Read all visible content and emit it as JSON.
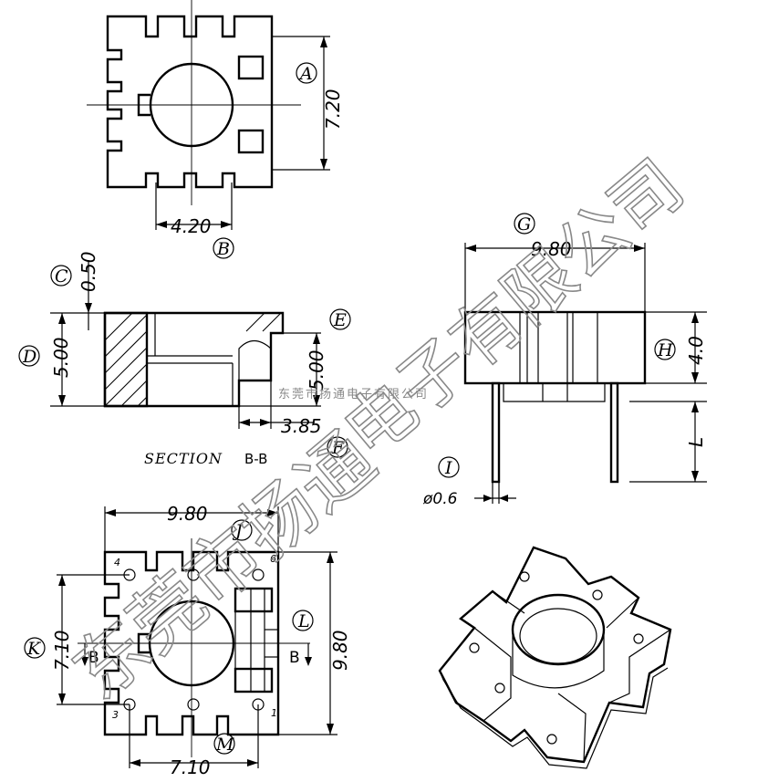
{
  "dimensions": {
    "top_width": "4.20",
    "top_height": "7.20",
    "sec_c": "0.50",
    "sec_d": "5.00",
    "sec_e": "5.00",
    "sec_f": "3.85",
    "side_width": "9.80",
    "side_h": "4.0",
    "side_l": "L",
    "pin_dia": "ø0.6",
    "bottom_width": "9.80",
    "bottom_height": "9.80",
    "bottom_k": "7.10",
    "bottom_m": "7.10"
  },
  "labels": {
    "a": "A",
    "b": "B",
    "c": "C",
    "d": "D",
    "e": "E",
    "f": "F",
    "g": "G",
    "h": "H",
    "i": "I",
    "j": "J",
    "k": "K",
    "l": "L",
    "m": "M"
  },
  "section_title": "SECTION",
  "section_name": "B-B",
  "section_marks": {
    "left": "B",
    "right": "B"
  },
  "pin_numbers": [
    "4",
    "6",
    "3",
    "1"
  ],
  "watermark": {
    "diagonal_left": "东莞市扬通",
    "diagonal_right": "电子有限公司",
    "center": "东莞市扬通电子有限公司"
  }
}
